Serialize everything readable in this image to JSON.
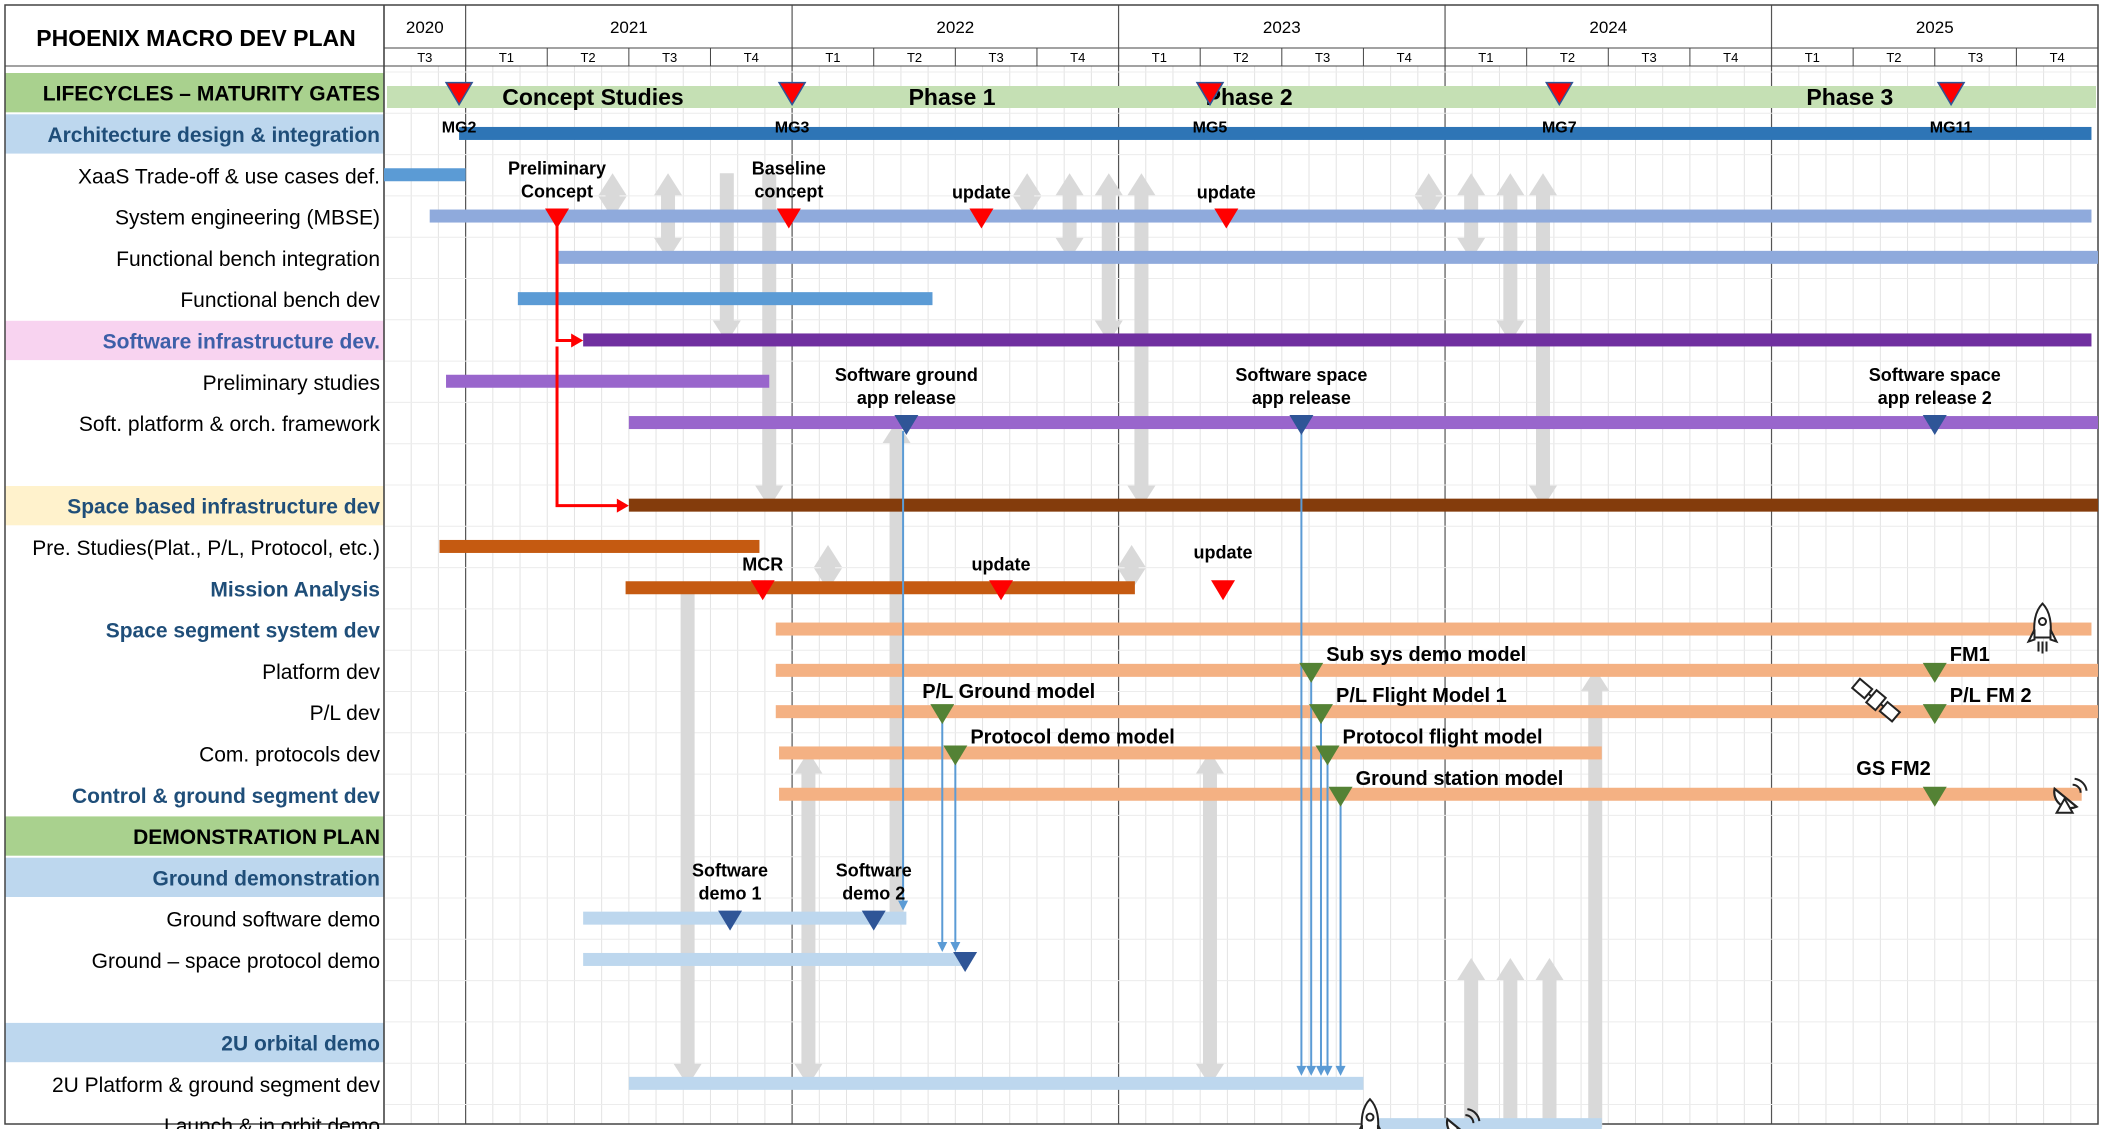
{
  "chart_data": {
    "type": "gantt",
    "title": "PHOENIX MACRO DEV PLAN",
    "colors": {
      "lifecycle_band": "#c5e0b4",
      "lifecycle_header": "#a9d18e",
      "arch_header": "#bdd7ee",
      "sw_header": "#f8d3f0",
      "space_header": "#fff2cc",
      "demo_header": "#a9d18e",
      "ground_header": "#bdd7ee",
      "orbital_header": "#bdd7ee",
      "blue_dark": "#2e75b6",
      "blue_mid": "#5b9bd5",
      "blue_light": "#8faadc",
      "blue_pale": "#bdd7ee",
      "purple_dark": "#7030a0",
      "purple_mid": "#9966cc",
      "brown": "#843c0c",
      "orange": "#c55a11",
      "peach": "#f4b183",
      "red": "#ff0000",
      "gray_arrow": "#d9d9d9",
      "navy_text": "#1f4e79",
      "pink_text": "#3d5fa8",
      "marker_green": "#548235",
      "marker_navy": "#2f5597"
    },
    "years": [
      {
        "label": "2020",
        "start": 2020.5,
        "end": 2020.75
      },
      {
        "label": "2021",
        "start": 2020.75,
        "end": 2021.75
      },
      {
        "label": "2022",
        "start": 2021.75,
        "end": 2022.75
      },
      {
        "label": "2023",
        "start": 2022.75,
        "end": 2023.75
      },
      {
        "label": "2024",
        "start": 2023.75,
        "end": 2024.75
      },
      {
        "label": "2025",
        "start": 2024.75,
        "end": 2025.75
      }
    ],
    "quarters": [
      {
        "label": "T3",
        "start": 2020.5
      },
      {
        "label": "T1",
        "start": 2020.75
      },
      {
        "label": "T2",
        "start": 2021.0
      },
      {
        "label": "T3",
        "start": 2021.25
      },
      {
        "label": "T4",
        "start": 2021.5
      },
      {
        "label": "T1",
        "start": 2021.75
      },
      {
        "label": "T2",
        "start": 2022.0
      },
      {
        "label": "T3",
        "start": 2022.25
      },
      {
        "label": "T4",
        "start": 2022.5
      },
      {
        "label": "T1",
        "start": 2022.75
      },
      {
        "label": "T2",
        "start": 2023.0
      },
      {
        "label": "T3",
        "start": 2023.25
      },
      {
        "label": "T4",
        "start": 2023.5
      },
      {
        "label": "T1",
        "start": 2023.75
      },
      {
        "label": "T2",
        "start": 2024.0
      },
      {
        "label": "T3",
        "start": 2024.25
      },
      {
        "label": "T4",
        "start": 2024.5
      },
      {
        "label": "T1",
        "start": 2024.75
      },
      {
        "label": "T2",
        "start": 2025.0
      },
      {
        "label": "T3",
        "start": 2025.25
      },
      {
        "label": "T4",
        "start": 2025.5
      }
    ],
    "time_range": [
      2020.5,
      2025.75
    ],
    "rows": [
      {
        "label": "LIFECYCLES – MATURITY GATES",
        "style": "header",
        "bg": "lifecycle_header",
        "color": "#000000"
      },
      {
        "label": "Architecture design & integration",
        "style": "header",
        "bg": "arch_header",
        "color": "navy_text"
      },
      {
        "label": "XaaS  Trade-off & use cases def.",
        "style": "item"
      },
      {
        "label": "System engineering (MBSE)",
        "style": "item"
      },
      {
        "label": "Functional  bench integration",
        "style": "item"
      },
      {
        "label": "Functional bench dev",
        "style": "item"
      },
      {
        "label": "Software infrastructure dev.",
        "style": "header",
        "bg": "sw_header",
        "color": "pink_text"
      },
      {
        "label": "Preliminary studies",
        "style": "item"
      },
      {
        "label": "Soft. platform & orch. framework",
        "style": "item"
      },
      {
        "label": "",
        "style": "item"
      },
      {
        "label": "Space based infrastructure dev",
        "style": "header",
        "bg": "space_header",
        "color": "navy_text"
      },
      {
        "label": "Pre. Studies(Plat., P/L, Protocol, etc.)",
        "style": "item"
      },
      {
        "label": "Mission Analysis",
        "style": "subheader",
        "color": "navy_text"
      },
      {
        "label": "Space segment  system dev",
        "style": "subheader",
        "color": "navy_text"
      },
      {
        "label": "Platform dev",
        "style": "item"
      },
      {
        "label": "P/L dev",
        "style": "item"
      },
      {
        "label": "Com. protocols dev",
        "style": "item"
      },
      {
        "label": "Control & ground segment dev",
        "style": "subheader",
        "color": "navy_text"
      },
      {
        "label": "DEMONSTRATION PLAN",
        "style": "header",
        "bg": "demo_header",
        "color": "#000000"
      },
      {
        "label": "Ground  demonstration",
        "style": "header",
        "bg": "ground_header",
        "color": "navy_text"
      },
      {
        "label": "Ground software demo",
        "style": "item"
      },
      {
        "label": "Ground – space protocol demo",
        "style": "item"
      },
      {
        "label": "",
        "style": "item"
      },
      {
        "label": "2U orbital  demo",
        "style": "header",
        "bg": "orbital_header",
        "color": "navy_text"
      },
      {
        "label": "2U Platform & ground segment dev",
        "style": "item"
      },
      {
        "label": "Launch & in orbit demo",
        "style": "item"
      }
    ],
    "phases": [
      {
        "label": "Concept Studies",
        "start": 2020.5,
        "end": 2021.75
      },
      {
        "label": "Phase 1",
        "start": 2021.75,
        "end": 2022.75
      },
      {
        "label": "Phase 2",
        "start": 2022.75,
        "end": 2023.75
      },
      {
        "label": "Phase 3",
        "start": 2023.75,
        "end": 2025.75
      }
    ],
    "bars": [
      {
        "row": 1,
        "start": 2020.73,
        "end": 2025.73,
        "color": "blue_dark"
      },
      {
        "row": 2,
        "start": 2020.5,
        "end": 2020.75,
        "color": "blue_mid"
      },
      {
        "row": 3,
        "start": 2020.64,
        "end": 2025.73,
        "color": "blue_light"
      },
      {
        "row": 4,
        "start": 2021.03,
        "end": 2025.75,
        "color": "blue_light"
      },
      {
        "row": 5,
        "start": 2020.91,
        "end": 2022.18,
        "color": "blue_mid"
      },
      {
        "row": 6,
        "start": 2021.11,
        "end": 2025.73,
        "color": "purple_dark"
      },
      {
        "row": 7,
        "start": 2020.69,
        "end": 2021.68,
        "color": "purple_mid"
      },
      {
        "row": 8,
        "start": 2021.25,
        "end": 2025.75,
        "color": "purple_mid"
      },
      {
        "row": 10,
        "start": 2021.25,
        "end": 2025.75,
        "color": "brown"
      },
      {
        "row": 11,
        "start": 2020.67,
        "end": 2021.65,
        "color": "orange"
      },
      {
        "row": 12,
        "start": 2021.24,
        "end": 2022.8,
        "color": "orange"
      },
      {
        "row": 13,
        "start": 2021.7,
        "end": 2025.73,
        "color": "peach"
      },
      {
        "row": 14,
        "start": 2021.7,
        "end": 2025.75,
        "color": "peach"
      },
      {
        "row": 15,
        "start": 2021.7,
        "end": 2025.75,
        "color": "peach"
      },
      {
        "row": 16,
        "start": 2021.71,
        "end": 2024.23,
        "color": "peach"
      },
      {
        "row": 17,
        "start": 2021.71,
        "end": 2025.7,
        "color": "peach"
      },
      {
        "row": 20,
        "start": 2021.11,
        "end": 2022.1,
        "color": "blue_pale"
      },
      {
        "row": 21,
        "start": 2021.11,
        "end": 2022.28,
        "color": "blue_pale"
      },
      {
        "row": 24,
        "start": 2021.25,
        "end": 2023.5,
        "color": "blue_pale"
      },
      {
        "row": 25,
        "start": 2023.5,
        "end": 2024.23,
        "color": "blue_pale"
      }
    ],
    "gates": [
      {
        "label": "MG2",
        "x": 2020.73,
        "row": 0
      },
      {
        "label": "MG3",
        "x": 2021.75,
        "row": 0
      },
      {
        "label": "MG5",
        "x": 2023.03,
        "row": 0
      },
      {
        "label": "MG7",
        "x": 2024.1,
        "row": 0
      },
      {
        "label": "MG11",
        "x": 2025.3,
        "row": 0
      }
    ],
    "milestones": [
      {
        "label": "Preliminary\nConcept",
        "x": 2021.03,
        "row": 3,
        "color": "red",
        "label_pos": "above2"
      },
      {
        "label": "Baseline\nconcept",
        "x": 2021.74,
        "row": 3,
        "color": "red",
        "label_pos": "above2"
      },
      {
        "label": "update",
        "x": 2022.33,
        "row": 3,
        "color": "red",
        "label_pos": "above"
      },
      {
        "label": "update",
        "x": 2023.08,
        "row": 3,
        "color": "red",
        "label_pos": "above"
      },
      {
        "label": "Software ground\napp release",
        "x": 2022.1,
        "row": 8,
        "color": "marker_navy",
        "label_pos": "above2"
      },
      {
        "label": "Software space\napp release",
        "x": 2023.31,
        "row": 8,
        "color": "marker_navy",
        "label_pos": "above2"
      },
      {
        "label": "Software space\napp release 2",
        "x": 2025.25,
        "row": 8,
        "color": "marker_navy",
        "label_pos": "above2"
      },
      {
        "label": "MCR",
        "x": 2021.66,
        "row": 12,
        "color": "red",
        "label_pos": "above"
      },
      {
        "label": "update",
        "x": 2022.39,
        "row": 12,
        "color": "red",
        "label_pos": "above"
      },
      {
        "label": "update",
        "x": 2023.07,
        "row": 12,
        "color": "red",
        "label_pos": "above_high"
      },
      {
        "label": "Sub sys demo model",
        "x": 2023.34,
        "row": 14,
        "color": "marker_green",
        "label_pos": "right"
      },
      {
        "label": "FM1",
        "x": 2025.25,
        "row": 14,
        "color": "marker_green",
        "label_pos": "right"
      },
      {
        "label": "P/L Ground model",
        "x": 2022.21,
        "row": 15,
        "color": "marker_green",
        "label_pos": "above_right"
      },
      {
        "label": "P/L Flight Model 1",
        "x": 2023.37,
        "row": 15,
        "color": "marker_green",
        "label_pos": "right"
      },
      {
        "label": "P/L FM 2",
        "x": 2025.25,
        "row": 15,
        "color": "marker_green",
        "label_pos": "right"
      },
      {
        "label": "Protocol demo model",
        "x": 2022.25,
        "row": 16,
        "color": "marker_green",
        "label_pos": "right"
      },
      {
        "label": "Protocol  flight model",
        "x": 2023.39,
        "row": 16,
        "color": "marker_green",
        "label_pos": "right"
      },
      {
        "label": "Ground station model",
        "x": 2023.43,
        "row": 17,
        "color": "marker_green",
        "label_pos": "right"
      },
      {
        "label": "GS FM2",
        "x": 2025.25,
        "row": 17,
        "color": "marker_green",
        "label_pos": "above_left"
      },
      {
        "label": "Software\ndemo 1",
        "x": 2021.56,
        "row": 20,
        "color": "marker_navy",
        "label_pos": "above2"
      },
      {
        "label": "Software\ndemo 2",
        "x": 2022.0,
        "row": 20,
        "color": "marker_navy",
        "label_pos": "above2"
      },
      {
        "label": "",
        "x": 2022.28,
        "row": 21,
        "color": "marker_navy",
        "label_pos": "none"
      }
    ],
    "red_links": [
      {
        "x": 2021.03,
        "from_row": 3,
        "to_row": 6,
        "to_x": 2021.11
      },
      {
        "x": 2021.03,
        "from_row": 6,
        "to_row": 10,
        "to_x": 2021.25
      }
    ],
    "gray_arrows": [
      {
        "x": 2021.2,
        "from_row": 2,
        "to_row": 3,
        "dir": "both"
      },
      {
        "x": 2021.37,
        "from_row": 2,
        "to_row": 4,
        "dir": "both"
      },
      {
        "x": 2021.55,
        "from_row": 2,
        "to_row": 6,
        "dir": "down"
      },
      {
        "x": 2021.68,
        "from_row": 2,
        "to_row": 10,
        "dir": "down"
      },
      {
        "x": 2022.47,
        "from_row": 2,
        "to_row": 3,
        "dir": "both"
      },
      {
        "x": 2022.6,
        "from_row": 2,
        "to_row": 4,
        "dir": "both"
      },
      {
        "x": 2022.72,
        "from_row": 2,
        "to_row": 6,
        "dir": "both"
      },
      {
        "x": 2022.82,
        "from_row": 2,
        "to_row": 10,
        "dir": "both"
      },
      {
        "x": 2023.7,
        "from_row": 2,
        "to_row": 3,
        "dir": "both"
      },
      {
        "x": 2023.83,
        "from_row": 2,
        "to_row": 4,
        "dir": "both"
      },
      {
        "x": 2023.95,
        "from_row": 2,
        "to_row": 6,
        "dir": "both"
      },
      {
        "x": 2024.05,
        "from_row": 2,
        "to_row": 10,
        "dir": "both"
      },
      {
        "x": 2021.86,
        "from_row": 11,
        "to_row": 12,
        "dir": "both"
      },
      {
        "x": 2022.79,
        "from_row": 11,
        "to_row": 12,
        "dir": "both"
      },
      {
        "x": 2021.43,
        "from_row": 12,
        "to_row": 24,
        "dir": "down"
      },
      {
        "x": 2022.07,
        "from_row": 8,
        "to_row": 20,
        "dir": "up"
      },
      {
        "x": 2021.8,
        "from_row": 16,
        "to_row": 24,
        "dir": "both"
      },
      {
        "x": 2023.03,
        "from_row": 16,
        "to_row": 24,
        "dir": "both"
      },
      {
        "x": 2023.83,
        "from_row": 21,
        "to_row": 25,
        "dir": "up"
      },
      {
        "x": 2023.95,
        "from_row": 21,
        "to_row": 25,
        "dir": "up"
      },
      {
        "x": 2024.07,
        "from_row": 21,
        "to_row": 25,
        "dir": "up"
      },
      {
        "x": 2024.21,
        "from_row": 14,
        "to_row": 25,
        "dir": "up"
      }
    ],
    "blue_links": [
      {
        "x": 2022.09,
        "from_row": 8,
        "to_row": 20
      },
      {
        "x": 2022.21,
        "from_row": 15,
        "to_row": 21
      },
      {
        "x": 2022.25,
        "from_row": 16,
        "to_row": 21
      },
      {
        "x": 2023.31,
        "from_row": 8,
        "to_row": 24
      },
      {
        "x": 2023.34,
        "from_row": 14,
        "to_row": 24
      },
      {
        "x": 2023.37,
        "from_row": 15,
        "to_row": 24
      },
      {
        "x": 2023.39,
        "from_row": 16,
        "to_row": 24
      },
      {
        "x": 2023.43,
        "from_row": 17,
        "to_row": 24
      }
    ],
    "icons": [
      {
        "name": "rocket-icon",
        "x": 2025.58,
        "row": 13
      },
      {
        "name": "satellite-icon",
        "x": 2025.07,
        "row": 15
      },
      {
        "name": "ground-antenna-icon",
        "x": 2025.66,
        "row": 17
      },
      {
        "name": "rocket-icon",
        "x": 2023.52,
        "row": 25
      },
      {
        "name": "ground-antenna-icon",
        "x": 2023.8,
        "row": 25
      }
    ]
  }
}
